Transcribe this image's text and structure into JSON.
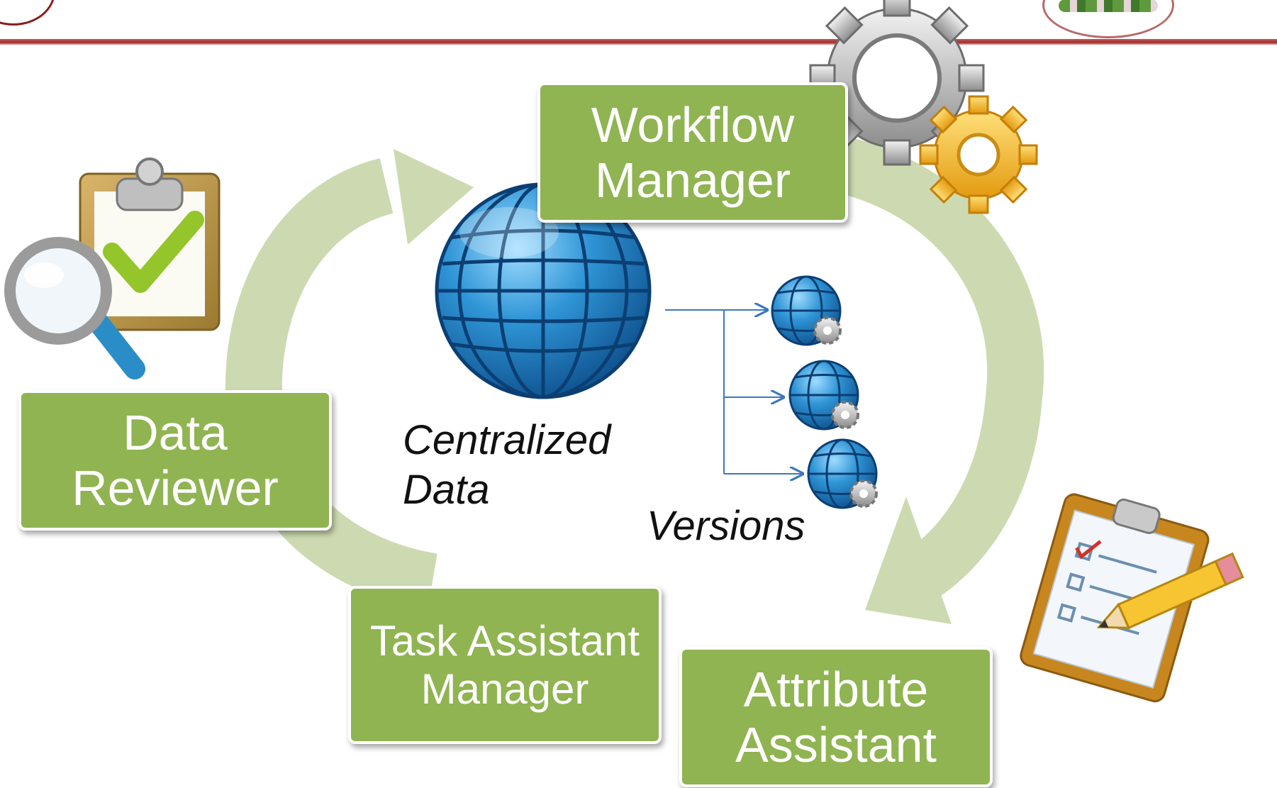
{
  "diagram": {
    "boxes": {
      "workflow": [
        "Workflow",
        "Manager"
      ],
      "reviewer": [
        "Data",
        "Reviewer"
      ],
      "task": [
        "Task Assistant",
        "Manager"
      ],
      "attribute": [
        "Attribute",
        "Assistant"
      ]
    },
    "center_label": [
      "Centralized",
      "Data"
    ],
    "versions_label": "Versions"
  },
  "colors": {
    "box_fill": "#8fb451",
    "cycle_arrow": "#cddab1",
    "globe_blue": "#1f86c8",
    "connector": "#3a78c0",
    "header_rule": "#a32d2d"
  },
  "icons": [
    "gears-icon",
    "clipboard-check-icon",
    "magnifier-icon",
    "globe-icon",
    "clipboard-pencil-icon"
  ]
}
